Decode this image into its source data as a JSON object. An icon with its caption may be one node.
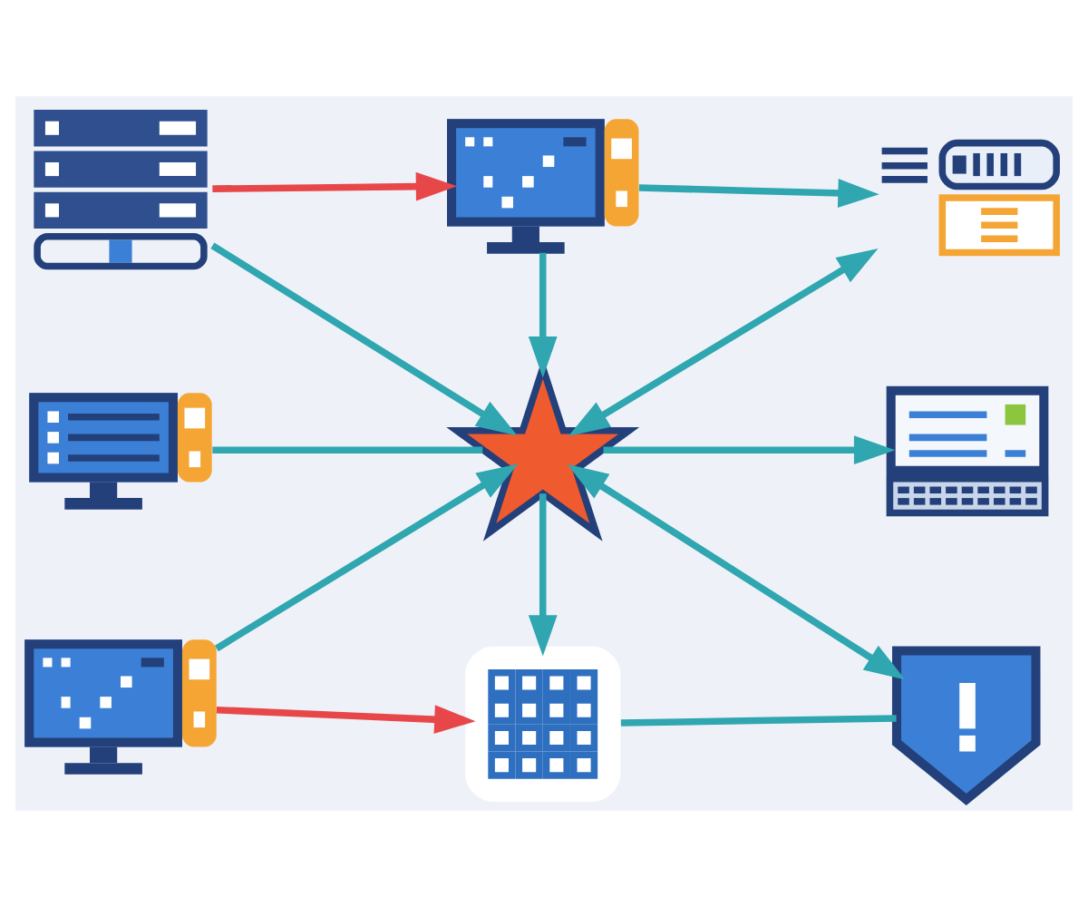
{
  "diagram": {
    "nodes": [
      {
        "text": [],
        "shape": "picture"
      },
      {
        "text": [],
        "shape": "picture"
      },
      {
        "text": [],
        "shape": "picture"
      },
      {
        "text": [],
        "shape": "picture"
      },
      {
        "text": [],
        "shape": "picture"
      },
      {
        "text": [],
        "shape": "picture"
      },
      {
        "text": [],
        "shape": "picture"
      },
      {
        "text": [],
        "shape": "picture"
      },
      {
        "text": [],
        "shape": "picture"
      }
    ],
    "edges": [
      {
        "from": 0,
        "to": 1,
        "arrow": "to",
        "color": "#e8474a"
      },
      {
        "from": 0,
        "to": 4,
        "arrow": "to"
      },
      {
        "from": 1,
        "to": 2,
        "arrow": "to"
      },
      {
        "from": 1,
        "to": 4,
        "arrow": "to"
      },
      {
        "from": 4,
        "to": 2,
        "arrow": "both"
      },
      {
        "from": 3,
        "to": 4,
        "arrow": "none"
      },
      {
        "from": 4,
        "to": 5,
        "arrow": "to"
      },
      {
        "from": 6,
        "to": 4,
        "arrow": "to"
      },
      {
        "from": 4,
        "to": 7,
        "arrow": "to"
      },
      {
        "from": 4,
        "to": 8,
        "arrow": "both"
      },
      {
        "from": 6,
        "to": 7,
        "arrow": "to",
        "color": "#e8474a"
      },
      {
        "from": 7,
        "to": 8,
        "arrow": "none"
      }
    ]
  }
}
